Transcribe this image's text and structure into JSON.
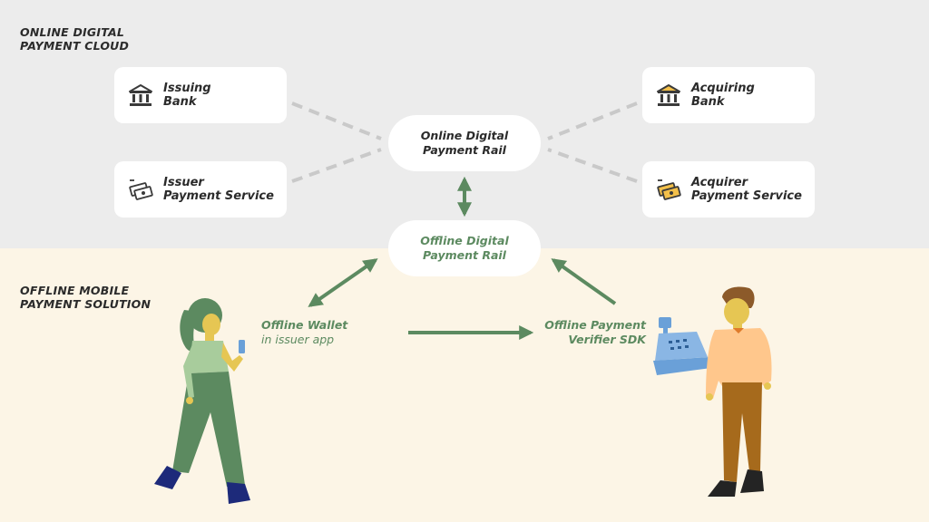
{
  "zones": {
    "online_title": "ONLINE DIGITAL\nPAYMENT CLOUD",
    "offline_title": "OFFLINE MOBILE\nPAYMENT SOLUTION"
  },
  "nodes": {
    "issuing_bank": {
      "label": "Issuing\nBank",
      "icon": "bank-icon"
    },
    "issuer_payment_service": {
      "label": "Issuer\nPayment Service",
      "icon": "cash-icon"
    },
    "acquiring_bank": {
      "label": "Acquiring\nBank",
      "icon": "bank-icon"
    },
    "acquirer_payment_service": {
      "label": "Acquirer\nPayment Service",
      "icon": "cash-icon"
    },
    "online_rail": {
      "label": "Online Digital\nPayment Rail"
    },
    "offline_rail": {
      "label": "Offline Digital\nPayment Rail"
    }
  },
  "actors": {
    "wallet": {
      "title": "Offline Wallet",
      "subtitle": "in issuer app"
    },
    "verifier": {
      "title": "Offline Payment",
      "title2": "Verifier SDK"
    }
  },
  "colors": {
    "accent_green": "#5c8a60",
    "dash_gray": "#c9c9c9",
    "online_bg": "#ececec",
    "offline_bg": "#fcf5e6"
  }
}
